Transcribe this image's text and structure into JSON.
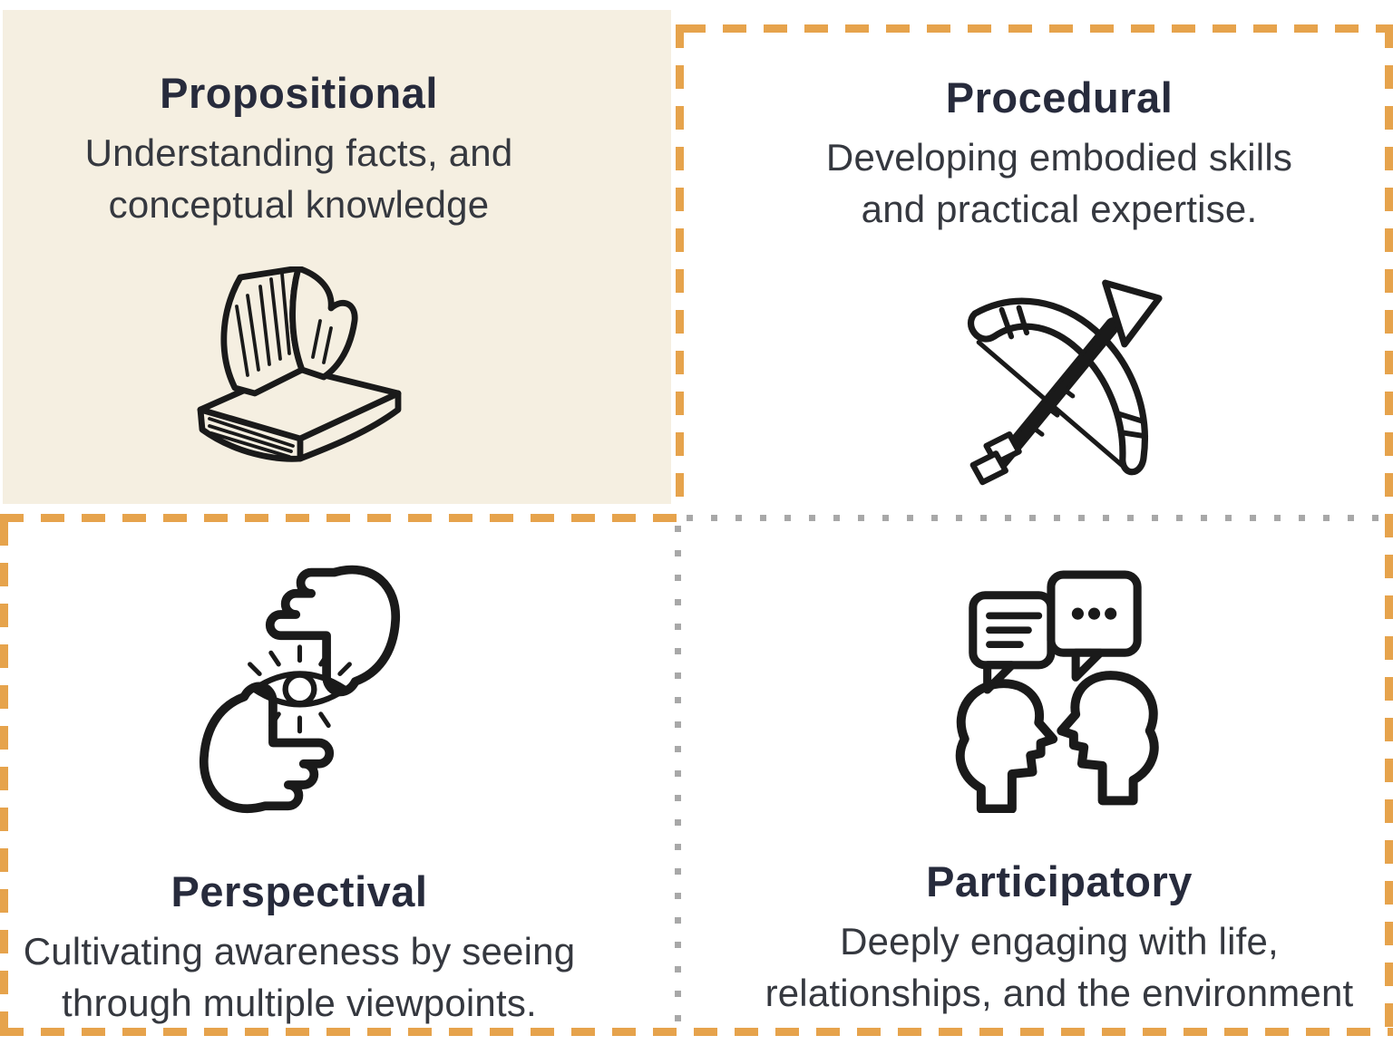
{
  "palette": {
    "background": "#ffffff",
    "beige_panel": "#f5efe1",
    "accent_orange": "#e6a34c",
    "dot_gray": "#a8a8a8",
    "title_color": "#272b3c",
    "body_color": "#35383f",
    "icon_stroke": "#1a1a1a"
  },
  "quadrants": {
    "propositional": {
      "title": "Propositional",
      "desc_lines": [
        "Understanding facts, and",
        "conceptual knowledge"
      ],
      "icon": "open-book-icon"
    },
    "procedural": {
      "title": "Procedural",
      "desc_lines": [
        "Developing embodied skills",
        "and practical expertise."
      ],
      "icon": "bow-and-arrow-icon"
    },
    "perspectival": {
      "title": "Perspectival",
      "desc_lines": [
        "Cultivating awareness by seeing",
        "through multiple viewpoints."
      ],
      "icon": "framing-hands-eye-icon"
    },
    "participatory": {
      "title": "Participatory",
      "desc_lines": [
        "Deeply engaging with life,",
        "relationships, and the environment"
      ],
      "icon": "two-heads-conversation-icon"
    }
  }
}
